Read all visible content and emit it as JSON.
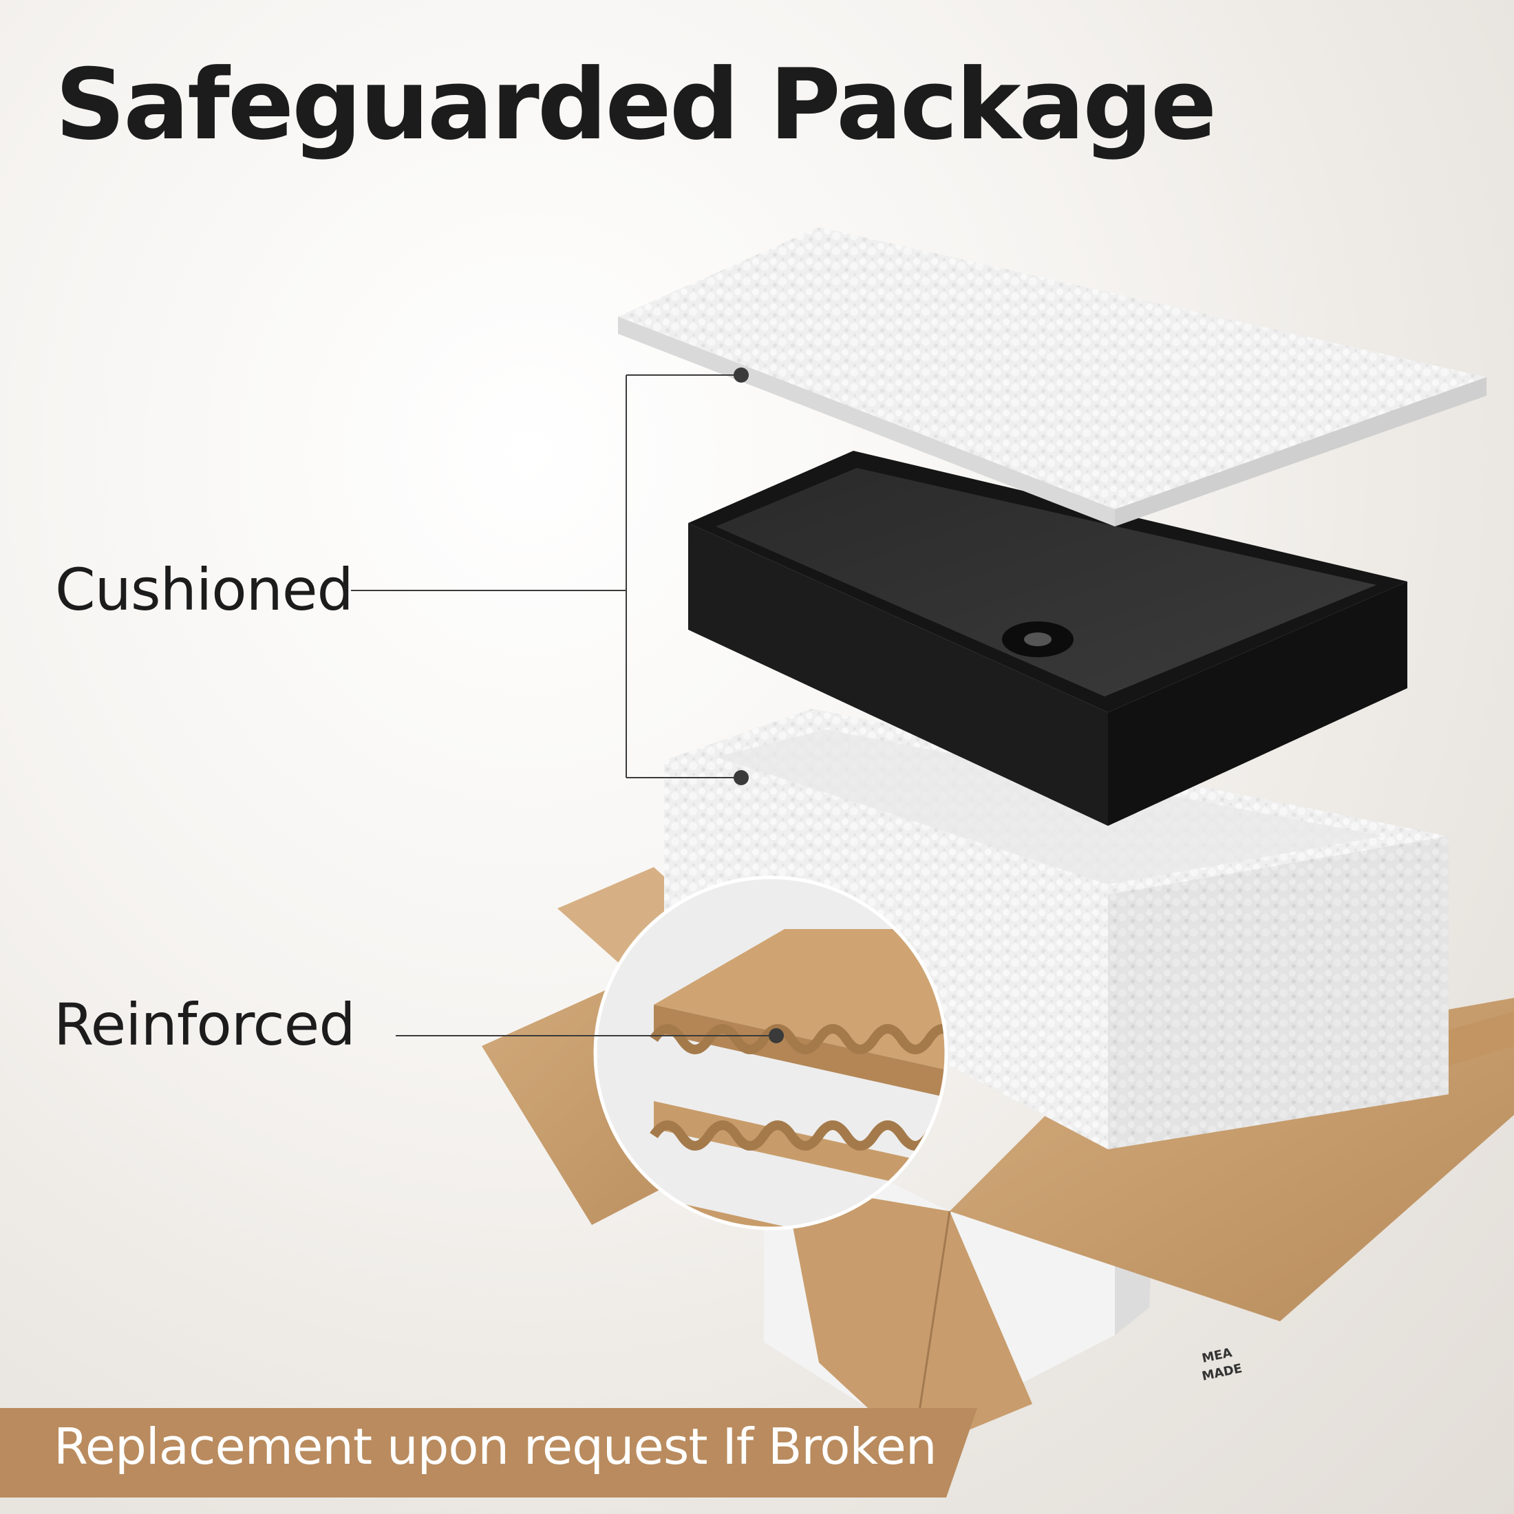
{
  "heading": {
    "title": "Safeguarded Package"
  },
  "callouts": {
    "cushioned": "Cushioned",
    "reinforced": "Reinforced"
  },
  "banner": {
    "text": "Replacement upon request If Broken",
    "color": "#b98b5e"
  },
  "box_marks": {
    "line1": "MEA",
    "line2": "MADE"
  },
  "colors": {
    "foam": "#f1f1f1",
    "basin": "#1a1a1a",
    "cardboard": "#c9a06f",
    "text": "#1c1c1c"
  }
}
